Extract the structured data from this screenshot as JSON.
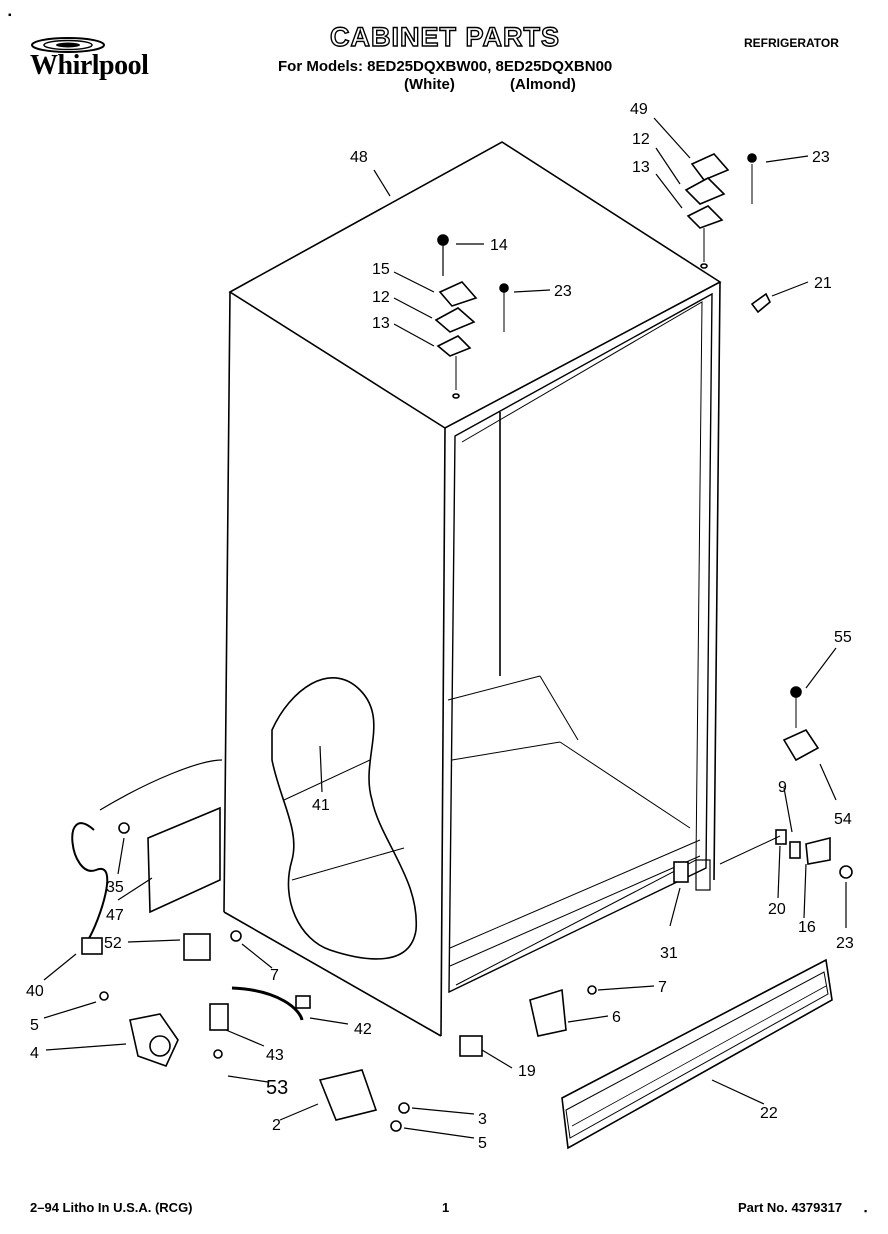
{
  "header": {
    "brand": "Whirlpool",
    "title": "CABINET PARTS",
    "models_line": "For Models: 8ED25DQXBW00, 8ED25DQXBN00",
    "color_white": "(White)",
    "color_almond": "(Almond)",
    "appliance": "REFRIGERATOR",
    "corner_mark": "▪"
  },
  "footer": {
    "print_info": "2–94 Litho In U.S.A. (RCG)",
    "page_number": "1",
    "part_number": "Part No. 4379317",
    "end_mark": "▪"
  },
  "callouts": [
    "48",
    "49",
    "12",
    "13",
    "23",
    "14",
    "15",
    "12",
    "23",
    "13",
    "21",
    "55",
    "9",
    "54",
    "41",
    "35",
    "47",
    "52",
    "7",
    "40",
    "5",
    "4",
    "43",
    "42",
    "53",
    "2",
    "3",
    "5",
    "6",
    "7",
    "31",
    "19",
    "20",
    "16",
    "23",
    "22"
  ]
}
